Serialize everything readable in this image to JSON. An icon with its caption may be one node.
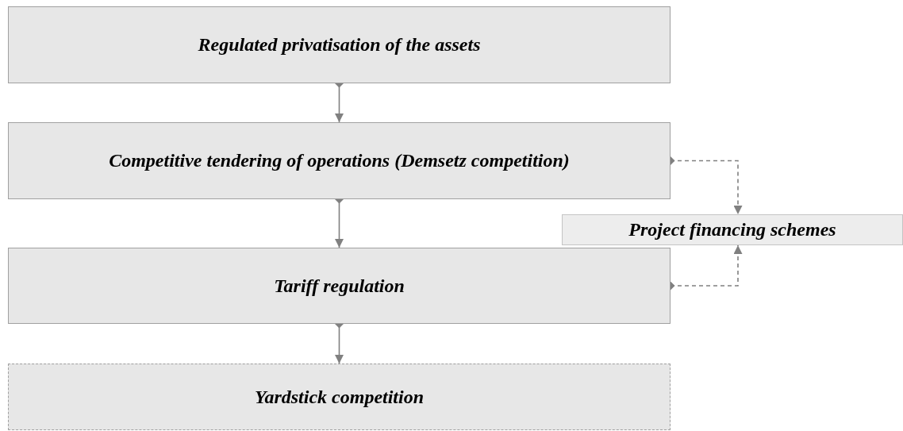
{
  "diagram": {
    "nodes": [
      {
        "text": [
          "Regulated privatisation of the assets"
        ]
      },
      {
        "text": [
          "Competitive tendering of operations (Demsetz competition)"
        ]
      },
      {
        "text": [
          "Project financing schemes"
        ]
      },
      {
        "text": [
          "Tariff regulation"
        ]
      },
      {
        "text": [
          "Yardstick competition"
        ]
      }
    ],
    "edges": [
      {
        "from": 0,
        "to": 1,
        "arrow": "to"
      },
      {
        "from": 1,
        "to": 3,
        "arrow": "to"
      },
      {
        "from": 3,
        "to": 4,
        "arrow": "to"
      },
      {
        "from": 1,
        "to": 2,
        "arrow": "to",
        "style": "dashed"
      },
      {
        "from": 3,
        "to": 2,
        "arrow": "to",
        "style": "dashed"
      }
    ]
  }
}
